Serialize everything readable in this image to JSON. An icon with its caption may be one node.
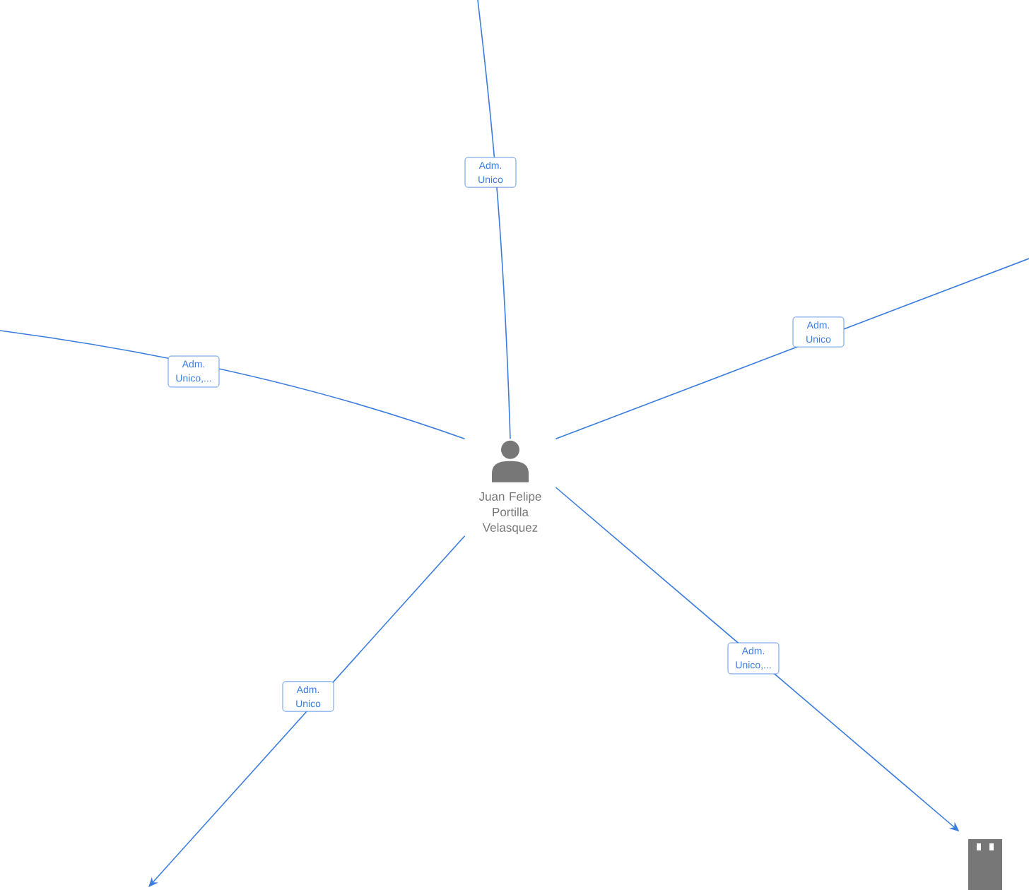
{
  "diagram": {
    "nodes": [
      {
        "text": [
          "Juan Felipe Portilla Velasquez"
        ]
      },
      {
        "text": [],
        "shape": "building"
      }
    ],
    "edges": [
      {
        "from": 0,
        "to": null,
        "arrow": "none",
        "label": "Adm. Unico"
      },
      {
        "from": 0,
        "to": null,
        "arrow": "none",
        "label": "Adm. Unico,..."
      },
      {
        "from": 0,
        "to": null,
        "arrow": "none",
        "label": "Adm. Unico"
      },
      {
        "from": 0,
        "to": null,
        "arrow": "to",
        "label": "Adm. Unico"
      },
      {
        "from": 0,
        "to": 1,
        "arrow": "to",
        "label": "Adm. Unico,..."
      }
    ]
  }
}
